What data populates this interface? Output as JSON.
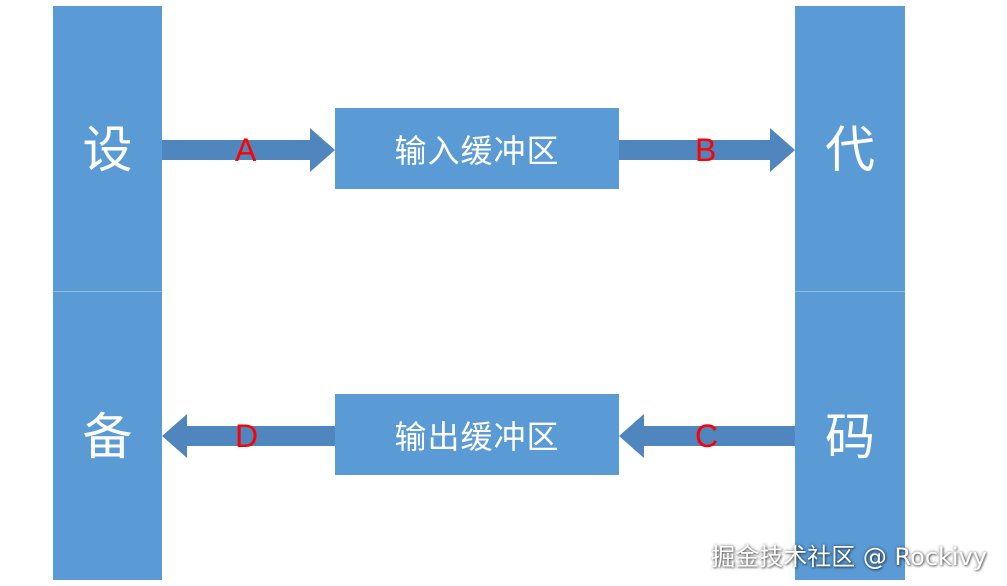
{
  "device": {
    "char_top": "设",
    "char_bottom": "备"
  },
  "code": {
    "char_top": "代",
    "char_bottom": "码"
  },
  "buffers": {
    "input": "输入缓冲区",
    "output": "输出缓冲区"
  },
  "arrows": {
    "a": "A",
    "b": "B",
    "c": "C",
    "d": "D"
  },
  "watermark": "掘金技术社区 @ Rockivy",
  "colors": {
    "box": "#5b9bd5",
    "arrow": "#4f86bd",
    "label": "#ff0000"
  }
}
